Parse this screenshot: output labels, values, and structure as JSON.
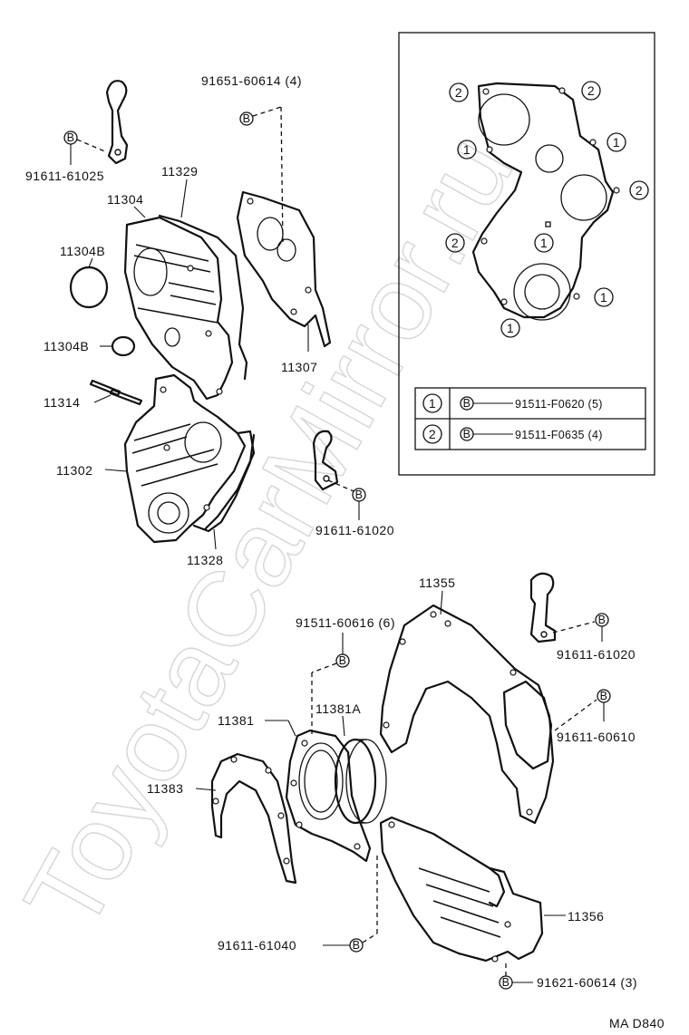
{
  "watermark": "ToyotaCarMirror.ru",
  "diagram_code": "MA D840",
  "part_labels": {
    "p11329": "11329",
    "p11304": "11304",
    "p11304b_top": "11304B",
    "p11304b_mid": "11304B",
    "p11314": "11314",
    "p11302": "11302",
    "p11328": "11328",
    "p11307": "11307",
    "p11355": "11355",
    "p11381": "11381",
    "p11381a": "11381A",
    "p11383": "11383",
    "p11356": "11356"
  },
  "bolt_labels": {
    "b91651": "91651-60614 (4)",
    "b91611_61025": "91611-61025",
    "b91611_61020_mid": "91611-61020",
    "b91511_60616": "91511-60616 (6)",
    "b91611_61020_right": "91611-61020",
    "b91611_60610": "91611-60610",
    "b91611_61040": "91611-61040",
    "b91621_60614": "91621-60614 (3)"
  },
  "b_symbol": "B",
  "inset": {
    "markers": {
      "one": "1",
      "two": "2"
    },
    "legend": [
      {
        "marker": "1",
        "symbol": "B",
        "part": "91511-F0620 (5)"
      },
      {
        "marker": "2",
        "symbol": "B",
        "part": "91511-F0635 (4)"
      }
    ]
  }
}
